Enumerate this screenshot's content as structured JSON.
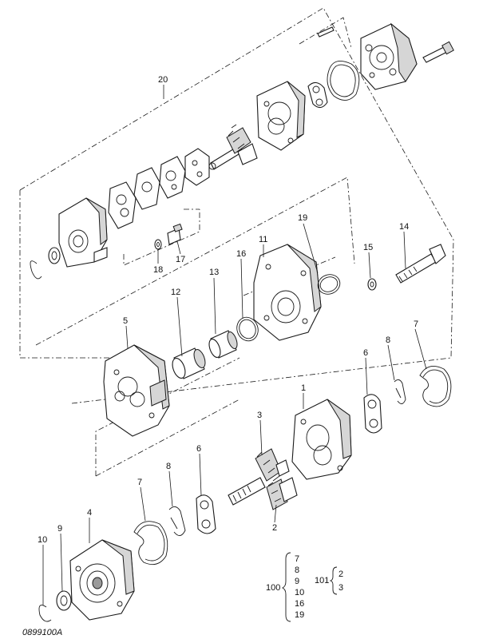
{
  "callouts": {
    "c20": "20",
    "c19": "19",
    "c11": "11",
    "c15": "15",
    "c14": "14",
    "c16": "16",
    "c17": "17",
    "c18": "18",
    "c13": "13",
    "c12": "12",
    "c5": "5",
    "c7a": "7",
    "c8a": "8",
    "c6a": "6",
    "c1": "1",
    "c3": "3",
    "c6b": "6",
    "c8b": "8",
    "c7b": "7",
    "c4": "4",
    "c2": "2",
    "c9": "9",
    "c10": "10"
  },
  "kit_100": {
    "label": "100",
    "items": [
      "7",
      "8",
      "9",
      "10",
      "16",
      "19"
    ]
  },
  "kit_101": {
    "label": "101",
    "items": [
      "2",
      "3"
    ]
  },
  "drawing_code": "0899100A"
}
